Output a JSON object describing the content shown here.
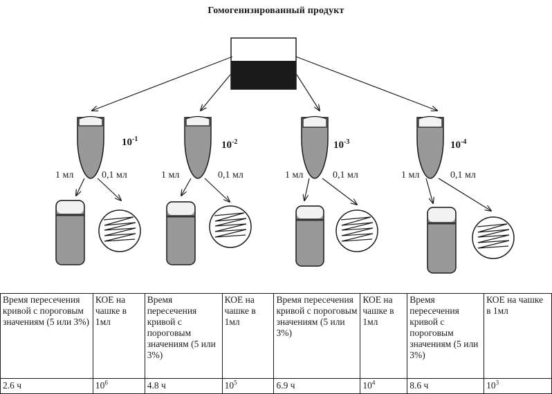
{
  "title": "Гомогенизированный продукт",
  "dilution_base": "10",
  "columns": [
    {
      "dilution_exp": "-1",
      "vol_1": "1 мл",
      "vol_2": "0,1 мл"
    },
    {
      "dilution_exp": "-2",
      "vol_1": "1 мл",
      "vol_2": "0,1 мл"
    },
    {
      "dilution_exp": "-3",
      "vol_1": "1 мл",
      "vol_2": "0,1 мл"
    },
    {
      "dilution_exp": "-4",
      "vol_1": "1 мл",
      "vol_2": "0,1 мл"
    }
  ],
  "table": {
    "header_time": "Время пересечения кривой с пороговым значениям (5 или 3%)",
    "header_cfu": "КОЕ на чашке в 1мл",
    "rows": [
      {
        "time": "2.6 ч",
        "cfu_base": "10",
        "cfu_exp": "6"
      },
      {
        "time": "4.8 ч",
        "cfu_base": "10",
        "cfu_exp": "5"
      },
      {
        "time": "6.9 ч",
        "cfu_base": "10",
        "cfu_exp": "4"
      },
      {
        "time": "8.6 ч",
        "cfu_base": "10",
        "cfu_exp": "3"
      }
    ]
  },
  "colors": {
    "tube_fill": "#999999",
    "sample_dark": "#1a1a1a",
    "cap": "#f2f2f2"
  }
}
